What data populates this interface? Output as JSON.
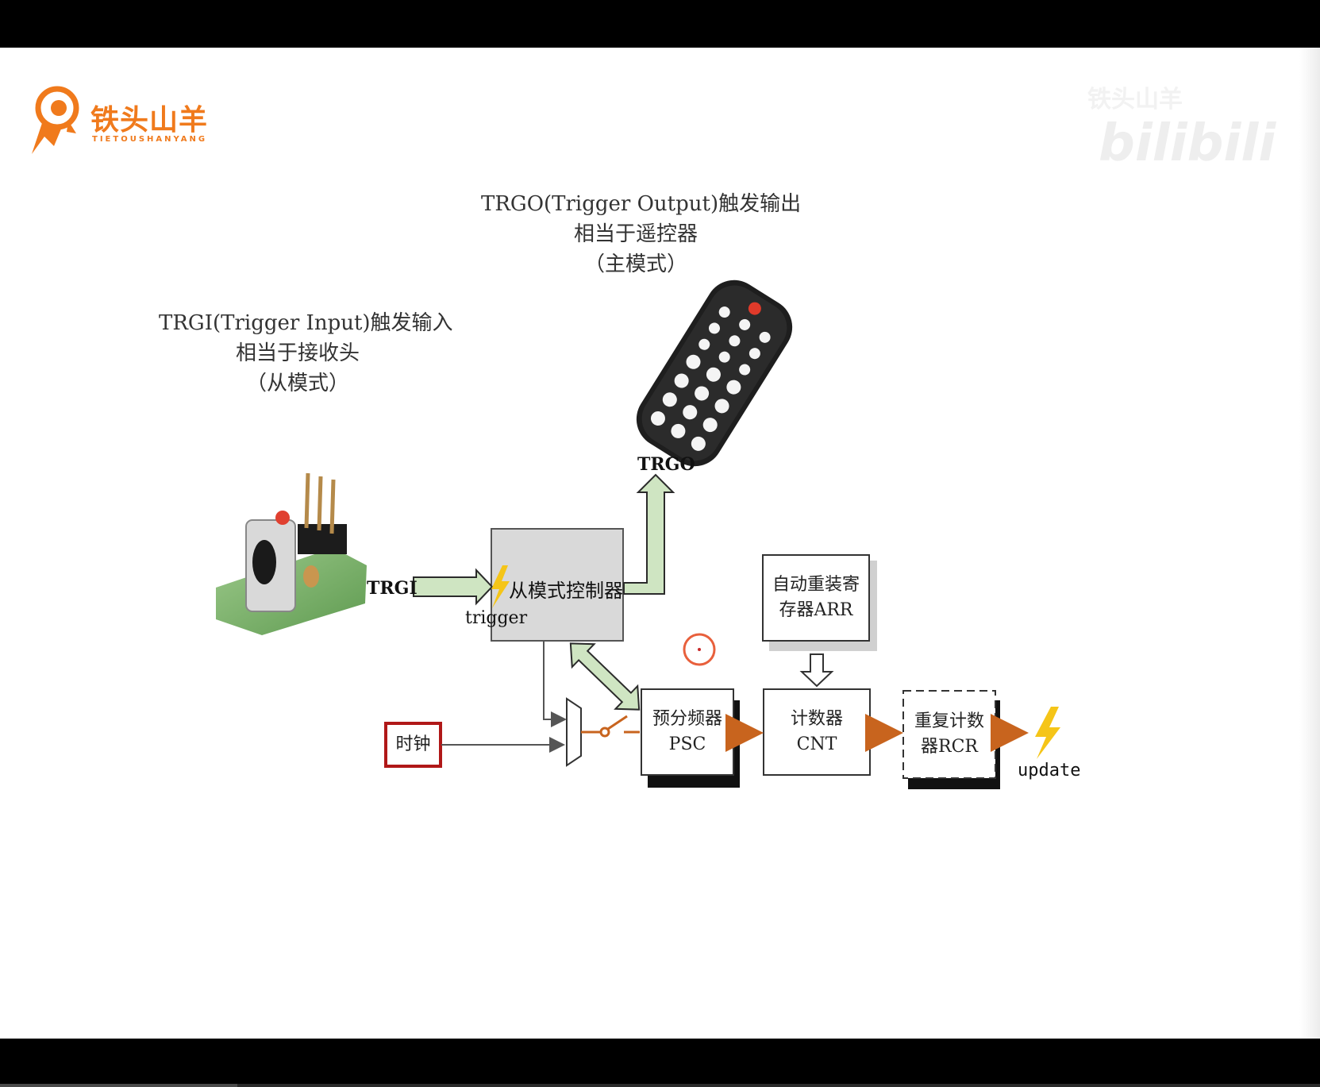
{
  "logo": {
    "name": "铁头山羊",
    "subtitle": "TIETOUSHANYANG"
  },
  "watermark": {
    "uploader": "铁头山羊",
    "brand": "bilibili"
  },
  "captions": {
    "trgo": {
      "line1": "TRGO(Trigger Output)触发输出",
      "line2": "相当于遥控器",
      "line3": "（主模式）"
    },
    "trgi": {
      "line1": "TRGI(Trigger Input)触发输入",
      "line2": "相当于接收头",
      "line3": "（从模式）"
    }
  },
  "diagram": {
    "trgo_label": "TRGO",
    "trgi_label": "TRGI",
    "slave_controller": "从模式控制器",
    "trigger_label": "trigger",
    "clock": "时钟",
    "arr": {
      "line1": "自动重装寄",
      "line2": "存器ARR"
    },
    "psc": {
      "line1": "预分频器",
      "line2": "PSC"
    },
    "cnt": {
      "line1": "计数器",
      "line2": "CNT"
    },
    "rcr": {
      "line1": "重复计数",
      "line2": "器RCR"
    },
    "update_label": "update"
  },
  "icons": {
    "remote": "remote-control-icon",
    "receiver": "ir-receiver-module-icon",
    "lightning": "lightning-icon",
    "cursor": "cursor-target-icon"
  },
  "colors": {
    "logo_orange": "#f07a1c",
    "green_arrow_fill": "#cfe5c2",
    "green_arrow_stroke": "#2b2b2b",
    "orange_arrow": "#c8641e",
    "clock_border": "#b01818",
    "lightning": "#f5c518",
    "cursor_ring": "#e8603c"
  },
  "progress": {
    "fraction": 0.18
  }
}
